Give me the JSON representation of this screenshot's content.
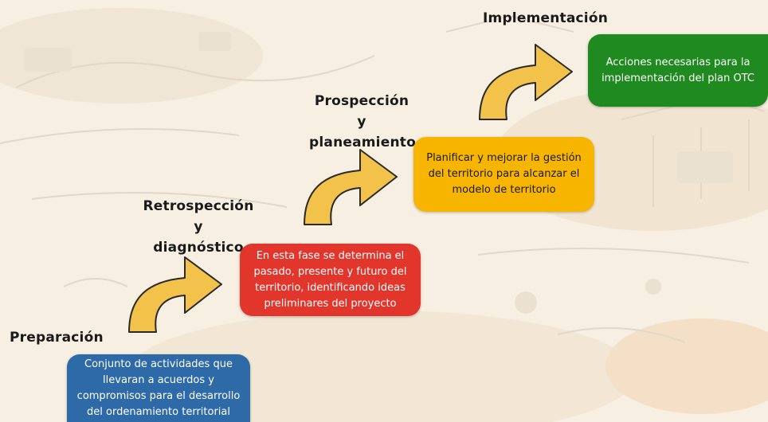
{
  "colors": {
    "blue": "#2f6aa8",
    "red": "#e2352b",
    "yellow": "#f7b500",
    "green": "#1f8a1f",
    "arrow_fill": "#f2c24b",
    "arrow_stroke": "#2a2a2a"
  },
  "stages": [
    {
      "heading": "Preparación",
      "description": "Conjunto de actividades que llevaran a acuerdos y compromisos para el desarrollo del ordenamiento territorial"
    },
    {
      "heading_line1": "Retrospección y",
      "heading_line2": "diagnóstico",
      "description": "En esta fase se determina el pasado, presente y futuro del territorio, identificando ideas preliminares del proyecto"
    },
    {
      "heading_line1": "Prospección y",
      "heading_line2": "planeamiento",
      "description": "Planificar y mejorar la gestión del territorio para alcanzar el modelo de territorio"
    },
    {
      "heading": "Implementación",
      "description": "Acciones necesarias para la implementación del plan OTC"
    }
  ],
  "icons": [
    "curved-arrow-icon",
    "curved-arrow-icon",
    "curved-arrow-icon"
  ]
}
